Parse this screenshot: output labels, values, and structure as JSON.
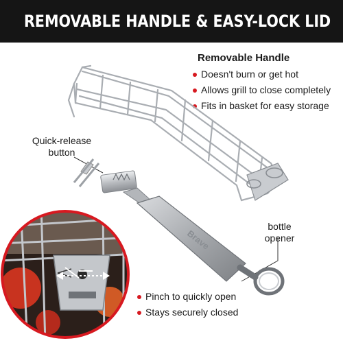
{
  "header": {
    "title": "REMOVABLE HANDLE & EASY-LOCK LID"
  },
  "handle_feature": {
    "title": "Removable Handle",
    "bullets": [
      "Doesn't burn or get hot",
      "Allows grill to close completely",
      "Fits in basket for easy storage"
    ]
  },
  "callouts": {
    "quick_release_line1": "Quick-release",
    "quick_release_line2": "button",
    "bottle_opener_line1": "bottle",
    "bottle_opener_line2": "opener"
  },
  "lid_feature": {
    "bullets": [
      "Pinch to quickly open",
      "Stays securely closed"
    ]
  },
  "brand": {
    "handle_engraving": "Brave"
  },
  "colors": {
    "header_bg": "#151515",
    "accent_red": "#d71920",
    "steel": "#b9bcc0"
  }
}
